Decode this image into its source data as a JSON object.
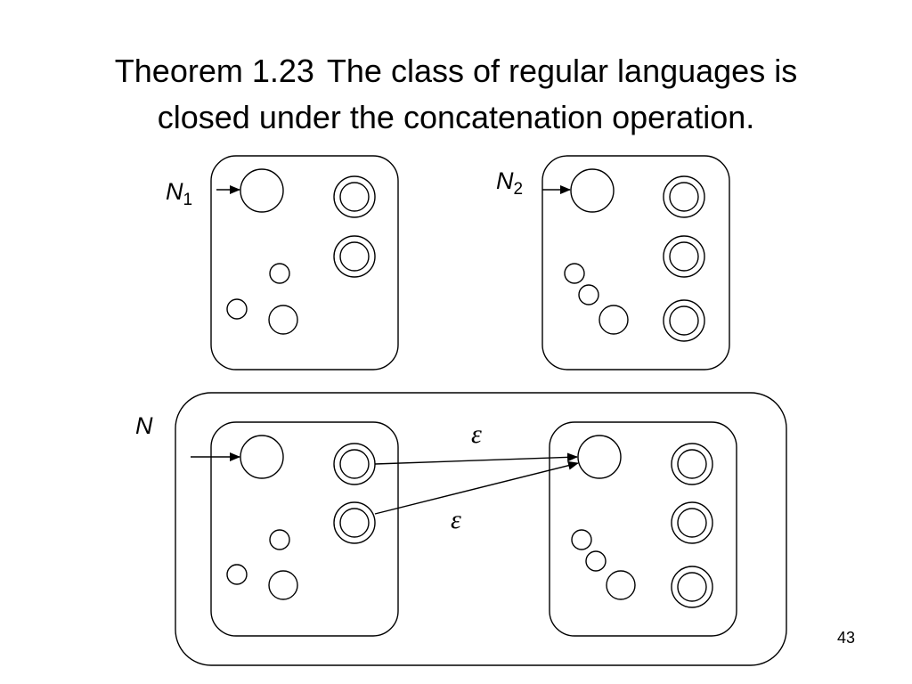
{
  "title": {
    "theorem": "Theorem 1.23",
    "line1_rest": "The class of regular languages is",
    "line2": "closed under the concatenation operation."
  },
  "labels": {
    "n1_main": "N",
    "n1_sub": "1",
    "n2_main": "N",
    "n2_sub": "2",
    "n_main": "N",
    "epsilon_top": "ε",
    "epsilon_bottom": "ε"
  },
  "page_number": "43"
}
